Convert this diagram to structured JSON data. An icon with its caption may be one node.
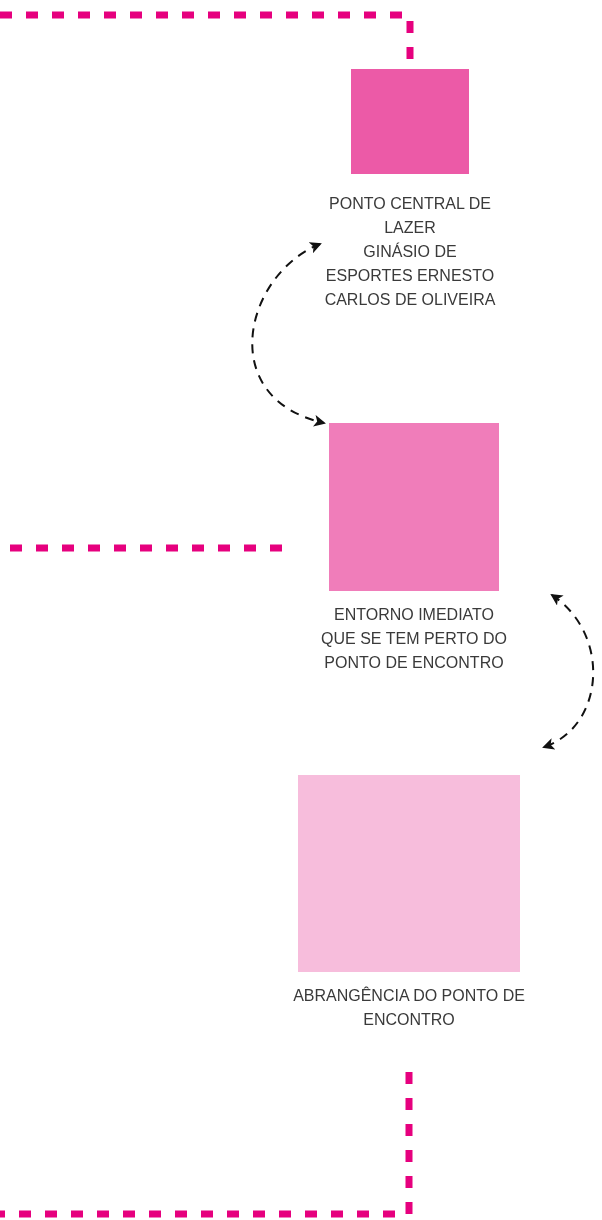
{
  "diagram": {
    "nodes": [
      {
        "text": [
          "PONTO CENTRAL DE LAZER",
          "GINÁSIO DE ESPORTES ERNESTO CARLOS DE OLIVEIRA"
        ]
      },
      {
        "text": [
          "ENTORNO IMEDIATO QUE SE TEM PERTO DO PONTO DE ENCONTRO"
        ]
      },
      {
        "text": [
          "ABRANGÊNCIA DO PONTO DE ENCONTRO"
        ]
      }
    ],
    "edges": [
      {
        "from": 0,
        "to": 1,
        "arrow": "both",
        "style": "dashed",
        "color": "#111111"
      },
      {
        "from": 1,
        "to": 2,
        "arrow": "both",
        "style": "dashed",
        "color": "#111111"
      },
      {
        "from": null,
        "to": 0,
        "arrow": "none",
        "style": "dashed",
        "color": "#e6007e"
      },
      {
        "from": null,
        "to": 1,
        "arrow": "none",
        "style": "dashed",
        "color": "#e6007e"
      },
      {
        "from": 2,
        "to": null,
        "arrow": "none",
        "style": "dashed",
        "color": "#e6007e"
      }
    ]
  }
}
